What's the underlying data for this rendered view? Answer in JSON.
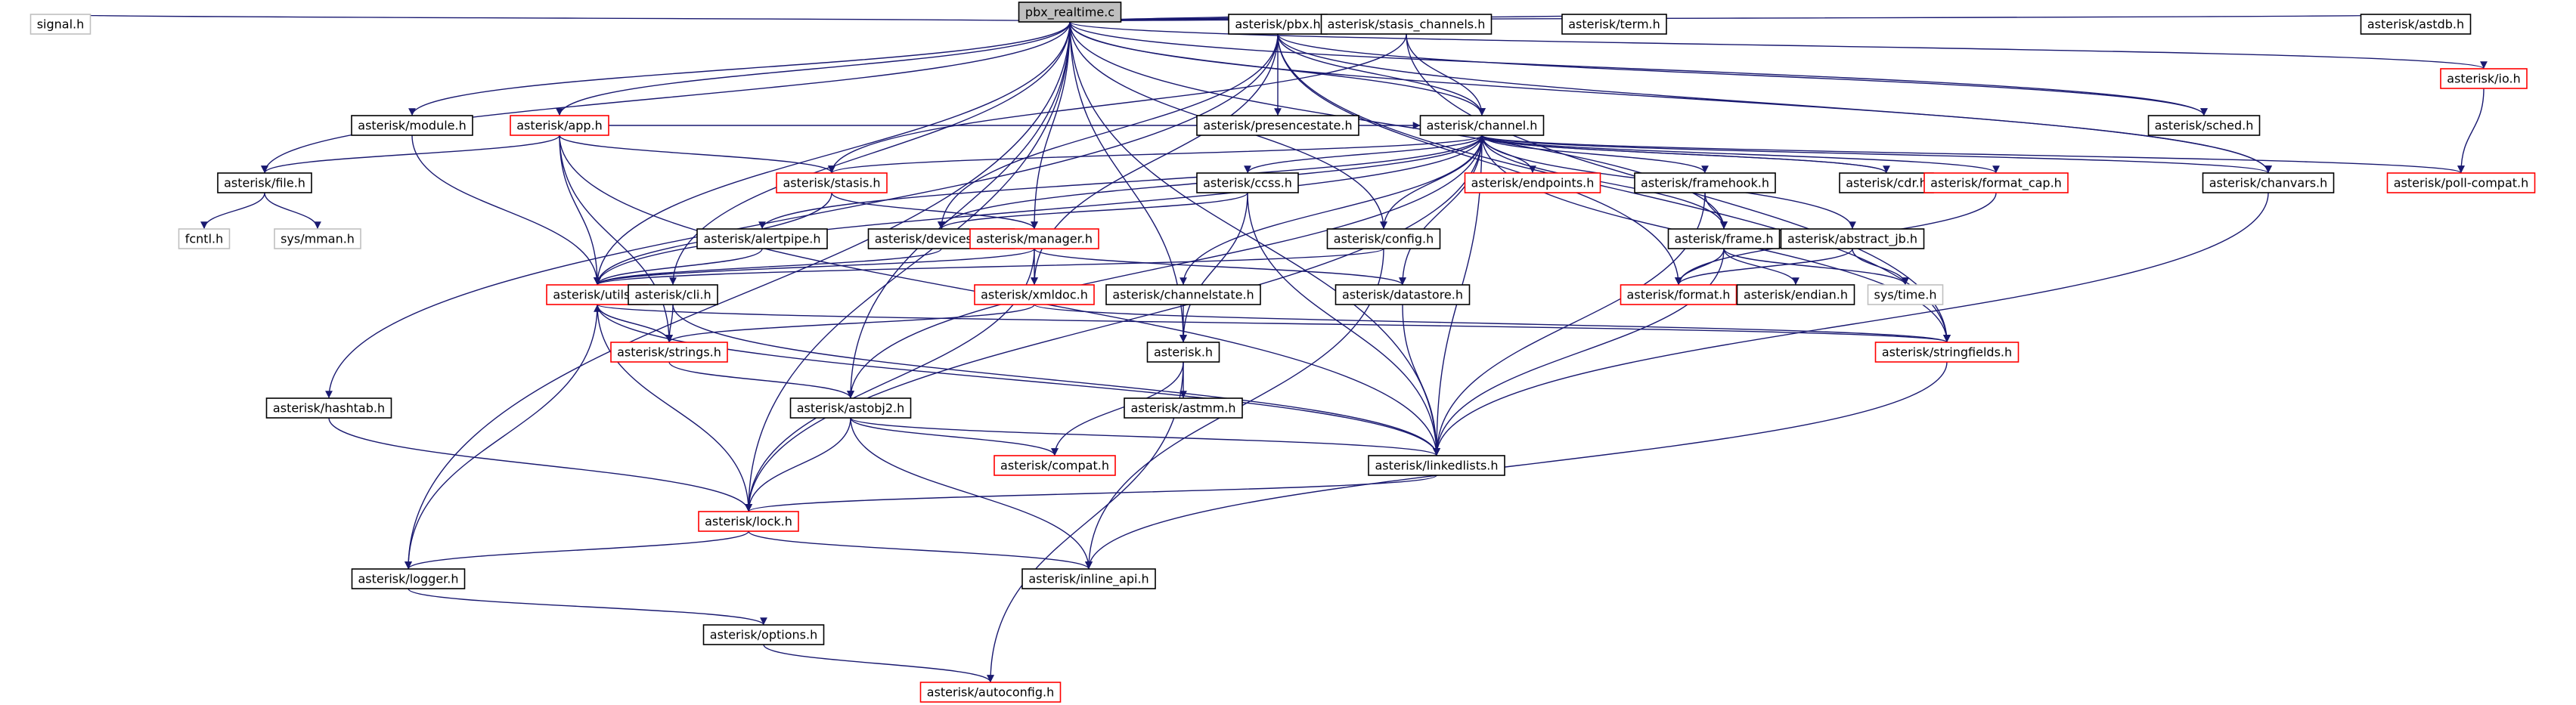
{
  "graph": {
    "colors": {
      "edge": "#191970",
      "node_border_default": "#000000",
      "node_border_incomplete": "#ff0000",
      "node_border_external": "#bfbfbf",
      "root_fill": "#bfbfbf",
      "text": "#000000"
    },
    "nodes": [
      {
        "id": "root",
        "label": "pbx_realtime.c",
        "kind": "root"
      },
      {
        "id": "signal",
        "label": "signal.h",
        "kind": "external"
      },
      {
        "id": "pbx",
        "label": "asterisk/pbx.h",
        "kind": "normal"
      },
      {
        "id": "stasis_channels",
        "label": "asterisk/stasis_channels.h",
        "kind": "normal"
      },
      {
        "id": "term",
        "label": "asterisk/term.h",
        "kind": "normal"
      },
      {
        "id": "astdb",
        "label": "asterisk/astdb.h",
        "kind": "normal"
      },
      {
        "id": "io",
        "label": "asterisk/io.h",
        "kind": "incomplete"
      },
      {
        "id": "module",
        "label": "asterisk/module.h",
        "kind": "normal"
      },
      {
        "id": "app",
        "label": "asterisk/app.h",
        "kind": "incomplete"
      },
      {
        "id": "presencestate",
        "label": "asterisk/presencestate.h",
        "kind": "normal"
      },
      {
        "id": "channel",
        "label": "asterisk/channel.h",
        "kind": "normal"
      },
      {
        "id": "sched",
        "label": "asterisk/sched.h",
        "kind": "normal"
      },
      {
        "id": "file",
        "label": "asterisk/file.h",
        "kind": "normal"
      },
      {
        "id": "stasis",
        "label": "asterisk/stasis.h",
        "kind": "incomplete"
      },
      {
        "id": "ccss",
        "label": "asterisk/ccss.h",
        "kind": "normal"
      },
      {
        "id": "endpoints",
        "label": "asterisk/endpoints.h",
        "kind": "incomplete"
      },
      {
        "id": "framehook",
        "label": "asterisk/framehook.h",
        "kind": "normal"
      },
      {
        "id": "cdr",
        "label": "asterisk/cdr.h",
        "kind": "normal"
      },
      {
        "id": "format_cap",
        "label": "asterisk/format_cap.h",
        "kind": "incomplete"
      },
      {
        "id": "chanvars",
        "label": "asterisk/chanvars.h",
        "kind": "normal"
      },
      {
        "id": "poll_compat",
        "label": "asterisk/poll-compat.h",
        "kind": "incomplete"
      },
      {
        "id": "fcntl",
        "label": "fcntl.h",
        "kind": "external"
      },
      {
        "id": "mman",
        "label": "sys/mman.h",
        "kind": "external"
      },
      {
        "id": "alertpipe",
        "label": "asterisk/alertpipe.h",
        "kind": "normal"
      },
      {
        "id": "devicestate",
        "label": "asterisk/devicestate.h",
        "kind": "normal"
      },
      {
        "id": "manager",
        "label": "asterisk/manager.h",
        "kind": "incomplete"
      },
      {
        "id": "config",
        "label": "asterisk/config.h",
        "kind": "normal"
      },
      {
        "id": "frame",
        "label": "asterisk/frame.h",
        "kind": "normal"
      },
      {
        "id": "abstract_jb",
        "label": "asterisk/abstract_jb.h",
        "kind": "normal"
      },
      {
        "id": "utils",
        "label": "asterisk/utils.h",
        "kind": "incomplete"
      },
      {
        "id": "cli",
        "label": "asterisk/cli.h",
        "kind": "normal"
      },
      {
        "id": "xmldoc",
        "label": "asterisk/xmldoc.h",
        "kind": "incomplete"
      },
      {
        "id": "channelstate",
        "label": "asterisk/channelstate.h",
        "kind": "normal"
      },
      {
        "id": "datastore",
        "label": "asterisk/datastore.h",
        "kind": "normal"
      },
      {
        "id": "format",
        "label": "asterisk/format.h",
        "kind": "incomplete"
      },
      {
        "id": "endian",
        "label": "asterisk/endian.h",
        "kind": "normal"
      },
      {
        "id": "systime",
        "label": "sys/time.h",
        "kind": "external"
      },
      {
        "id": "strings",
        "label": "asterisk/strings.h",
        "kind": "incomplete"
      },
      {
        "id": "asterisk",
        "label": "asterisk.h",
        "kind": "normal"
      },
      {
        "id": "stringfields",
        "label": "asterisk/stringfields.h",
        "kind": "incomplete"
      },
      {
        "id": "hashtab",
        "label": "asterisk/hashtab.h",
        "kind": "normal"
      },
      {
        "id": "astobj2",
        "label": "asterisk/astobj2.h",
        "kind": "normal"
      },
      {
        "id": "astmm",
        "label": "asterisk/astmm.h",
        "kind": "normal"
      },
      {
        "id": "compat",
        "label": "asterisk/compat.h",
        "kind": "incomplete"
      },
      {
        "id": "linkedlists",
        "label": "asterisk/linkedlists.h",
        "kind": "normal"
      },
      {
        "id": "lock",
        "label": "asterisk/lock.h",
        "kind": "incomplete"
      },
      {
        "id": "logger",
        "label": "asterisk/logger.h",
        "kind": "normal"
      },
      {
        "id": "inline_api",
        "label": "asterisk/inline_api.h",
        "kind": "normal"
      },
      {
        "id": "options",
        "label": "asterisk/options.h",
        "kind": "normal"
      },
      {
        "id": "autoconfig",
        "label": "asterisk/autoconfig.h",
        "kind": "incomplete"
      }
    ],
    "edges": [
      [
        "root",
        "signal"
      ],
      [
        "root",
        "pbx"
      ],
      [
        "root",
        "stasis_channels"
      ],
      [
        "root",
        "term"
      ],
      [
        "root",
        "astdb"
      ],
      [
        "root",
        "io"
      ],
      [
        "root",
        "module"
      ],
      [
        "root",
        "app"
      ],
      [
        "root",
        "channel"
      ],
      [
        "root",
        "file"
      ],
      [
        "root",
        "manager"
      ],
      [
        "root",
        "config"
      ],
      [
        "root",
        "utils"
      ],
      [
        "root",
        "cli"
      ],
      [
        "root",
        "astobj2"
      ],
      [
        "root",
        "lock"
      ],
      [
        "root",
        "logger"
      ],
      [
        "root",
        "linkedlists"
      ],
      [
        "root",
        "chanvars"
      ],
      [
        "root",
        "sched"
      ],
      [
        "root",
        "frame"
      ],
      [
        "root",
        "asterisk"
      ],
      [
        "pbx",
        "presencestate"
      ],
      [
        "pbx",
        "channel"
      ],
      [
        "pbx",
        "sched"
      ],
      [
        "pbx",
        "devicestate"
      ],
      [
        "pbx",
        "chanvars"
      ],
      [
        "pbx",
        "hashtab"
      ],
      [
        "pbx",
        "stringfields"
      ],
      [
        "pbx",
        "xmldoc"
      ],
      [
        "pbx",
        "format"
      ],
      [
        "stasis_channels",
        "channel"
      ],
      [
        "stasis_channels",
        "stasis"
      ],
      [
        "stasis_channels",
        "stringfields"
      ],
      [
        "io",
        "poll_compat"
      ],
      [
        "module",
        "utils"
      ],
      [
        "app",
        "file"
      ],
      [
        "app",
        "stasis"
      ],
      [
        "app",
        "utils"
      ],
      [
        "app",
        "strings"
      ],
      [
        "app",
        "linkedlists"
      ],
      [
        "app",
        "channel"
      ],
      [
        "channel",
        "stasis"
      ],
      [
        "channel",
        "ccss"
      ],
      [
        "channel",
        "endpoints"
      ],
      [
        "channel",
        "framehook"
      ],
      [
        "channel",
        "cdr"
      ],
      [
        "channel",
        "format_cap"
      ],
      [
        "channel",
        "chanvars"
      ],
      [
        "channel",
        "poll_compat"
      ],
      [
        "channel",
        "alertpipe"
      ],
      [
        "channel",
        "devicestate"
      ],
      [
        "channel",
        "config"
      ],
      [
        "channel",
        "frame"
      ],
      [
        "channel",
        "abstract_jb"
      ],
      [
        "channel",
        "utils"
      ],
      [
        "channel",
        "channelstate"
      ],
      [
        "channel",
        "datastore"
      ],
      [
        "channel",
        "stringfields"
      ],
      [
        "channel",
        "linkedlists"
      ],
      [
        "channel",
        "lock"
      ],
      [
        "channel",
        "astobj2"
      ],
      [
        "file",
        "fcntl"
      ],
      [
        "file",
        "mman"
      ],
      [
        "stasis",
        "utils"
      ],
      [
        "stasis",
        "manager"
      ],
      [
        "ccss",
        "devicestate"
      ],
      [
        "ccss",
        "linkedlists"
      ],
      [
        "ccss",
        "asterisk"
      ],
      [
        "framehook",
        "frame"
      ],
      [
        "framehook",
        "linkedlists"
      ],
      [
        "cdr",
        "channel"
      ],
      [
        "format_cap",
        "format"
      ],
      [
        "chanvars",
        "linkedlists"
      ],
      [
        "alertpipe",
        "utils"
      ],
      [
        "devicestate",
        "utils"
      ],
      [
        "manager",
        "xmldoc"
      ],
      [
        "manager",
        "datastore"
      ],
      [
        "manager",
        "lock"
      ],
      [
        "manager",
        "utils"
      ],
      [
        "config",
        "utils"
      ],
      [
        "config",
        "inline_api"
      ],
      [
        "frame",
        "format"
      ],
      [
        "frame",
        "endian"
      ],
      [
        "frame",
        "systime"
      ],
      [
        "frame",
        "linkedlists"
      ],
      [
        "abstract_jb",
        "systime"
      ],
      [
        "abstract_jb",
        "format"
      ],
      [
        "utils",
        "strings"
      ],
      [
        "utils",
        "lock"
      ],
      [
        "utils",
        "logger"
      ],
      [
        "utils",
        "stringfields"
      ],
      [
        "utils",
        "linkedlists"
      ],
      [
        "cli",
        "strings"
      ],
      [
        "cli",
        "linkedlists"
      ],
      [
        "xmldoc",
        "strings"
      ],
      [
        "xmldoc",
        "stringfields"
      ],
      [
        "channelstate",
        "asterisk"
      ],
      [
        "datastore",
        "linkedlists"
      ],
      [
        "strings",
        "utils"
      ],
      [
        "strings",
        "astobj2"
      ],
      [
        "asterisk",
        "astmm"
      ],
      [
        "asterisk",
        "compat"
      ],
      [
        "asterisk",
        "autoconfig"
      ],
      [
        "stringfields",
        "inline_api"
      ],
      [
        "hashtab",
        "lock"
      ],
      [
        "astobj2",
        "lock"
      ],
      [
        "astobj2",
        "linkedlists"
      ],
      [
        "astobj2",
        "inline_api"
      ],
      [
        "astobj2",
        "compat"
      ],
      [
        "linkedlists",
        "lock"
      ],
      [
        "lock",
        "logger"
      ],
      [
        "lock",
        "inline_api"
      ],
      [
        "logger",
        "options"
      ],
      [
        "options",
        "autoconfig"
      ]
    ]
  }
}
